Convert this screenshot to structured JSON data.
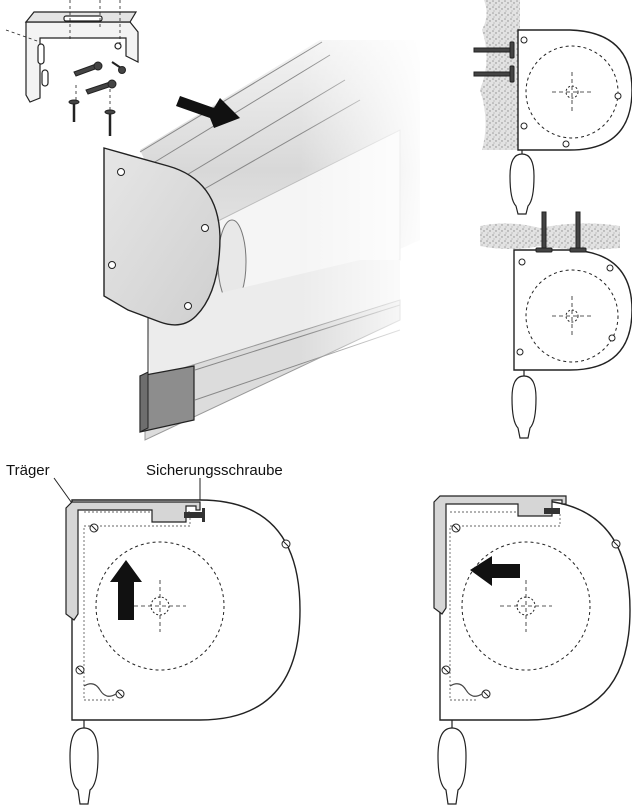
{
  "labels": {
    "bracket": "Träger",
    "safety_screw": "Sicherungsschraube"
  },
  "colors": {
    "line": "#222222",
    "arrow": "#111111",
    "tube_light": "#f0f0f0",
    "tube_mid": "#c8c8c8",
    "tube_dark": "#9a9a9a",
    "wall_texture": "#bdbdbd",
    "bracket_fill": "#d6d6d6"
  },
  "icons": [
    "arrow-up-icon",
    "arrow-left-icon",
    "screw-icon",
    "wall-texture",
    "pull-handle-icon"
  ]
}
